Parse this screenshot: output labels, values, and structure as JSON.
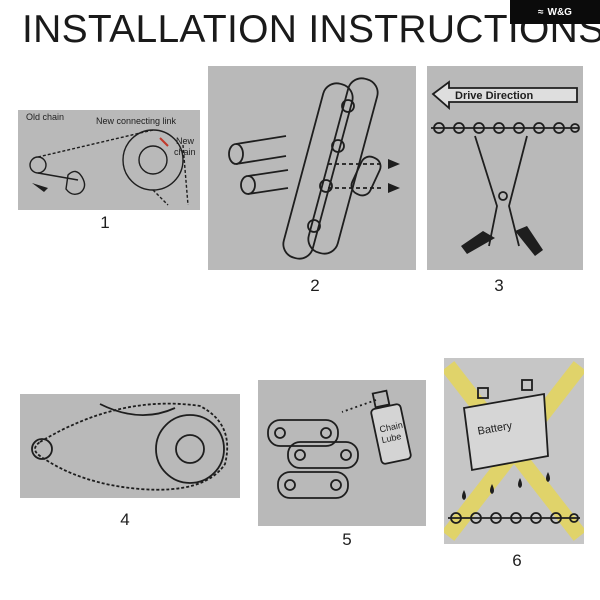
{
  "title": "INSTALLATION INSTRUCTIONS",
  "brand": {
    "badge": "W&G"
  },
  "panels": [
    {
      "number": "1",
      "labels": {
        "old_chain": "Old chain",
        "connecting_link": "New connecting link",
        "new_chain_1": "New",
        "new_chain_2": "chain"
      }
    },
    {
      "number": "2"
    },
    {
      "number": "3",
      "labels": {
        "drive_direction": "Drive Direction"
      }
    },
    {
      "number": "4"
    },
    {
      "number": "5",
      "labels": {
        "lube_1": "Chain",
        "lube_2": "Lube"
      }
    },
    {
      "number": "6",
      "labels": {
        "battery": "Battery"
      }
    }
  ],
  "colors": {
    "panel_bg": "#b9b9b9",
    "line": "#1e1e1e",
    "cross": "#e0d36a"
  }
}
